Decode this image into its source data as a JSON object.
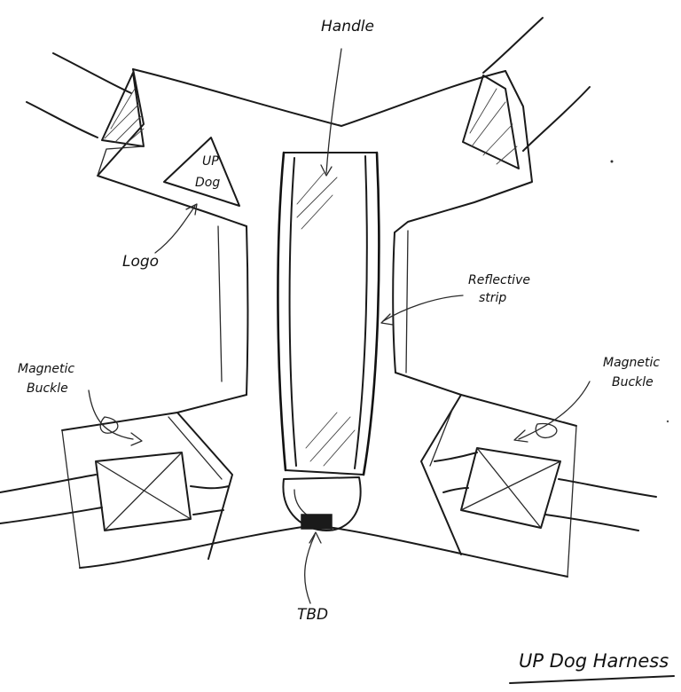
{
  "labels": {
    "handle": "Handle",
    "logo": "Logo",
    "logo_text_line1": "UP",
    "logo_text_line2": "Dog",
    "reflective_line1": "Reflective",
    "reflective_line2": "strip",
    "buckle_left_line1": "Magnetic",
    "buckle_left_line2": "Buckle",
    "buckle_right_line1": "Magnetic",
    "buckle_right_line2": "Buckle",
    "tbd": "TBD"
  },
  "title": "UP Dog Harness",
  "colors": {
    "ink": "#1a1a1a",
    "paper": "#ffffff"
  }
}
